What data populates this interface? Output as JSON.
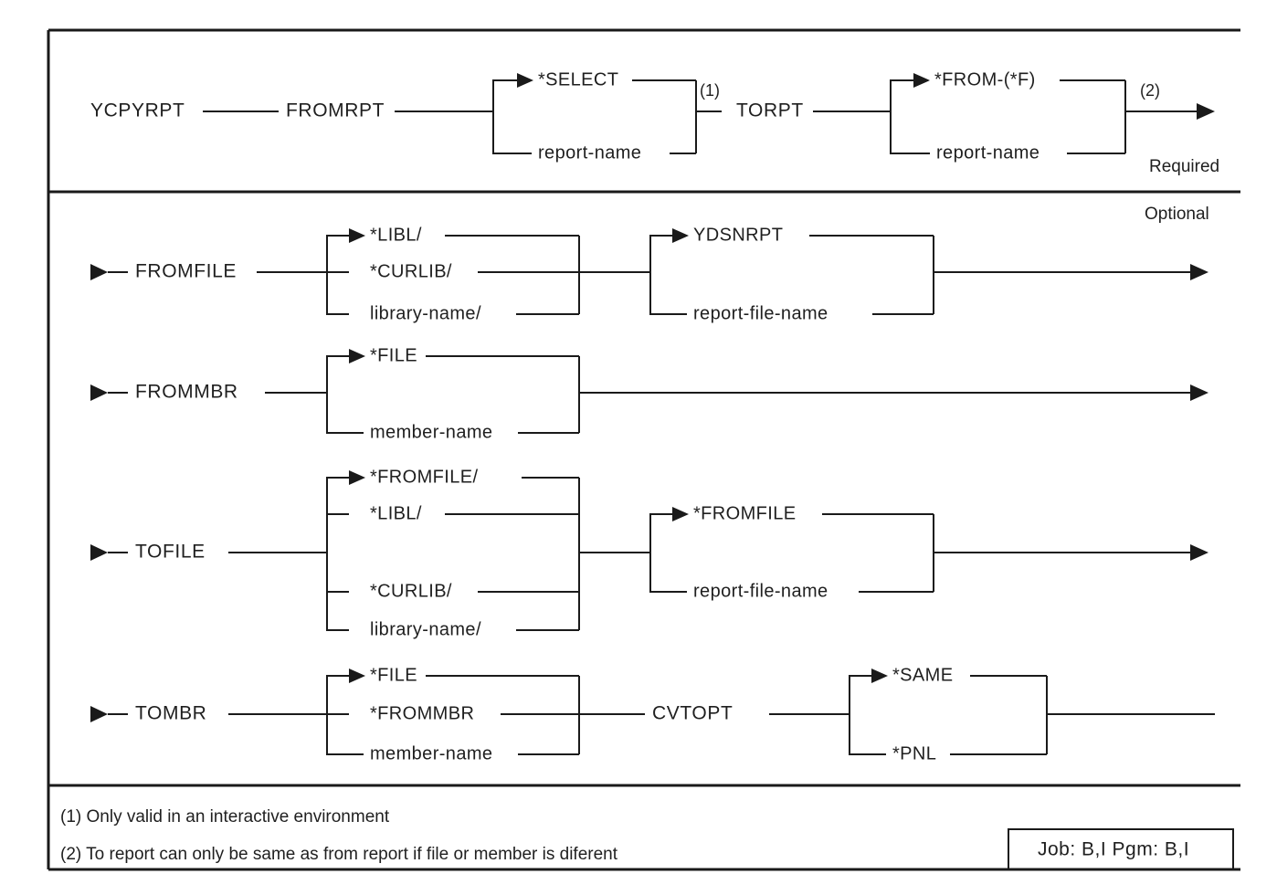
{
  "diagram": {
    "title": "YCPYRPT command syntax diagram",
    "type": "railroad-syntax-diagram",
    "colors": {
      "line": "#1a1a1a",
      "text": "#1f1f1f",
      "background": "#ffffff"
    },
    "section_labels": {
      "required": "Required",
      "optional": "Optional"
    },
    "required_section": {
      "command": "YCPYRPT",
      "parameters": [
        {
          "keyword": "FROMRPT",
          "default_option": "*SELECT",
          "options": [
            "*SELECT",
            "report-name"
          ],
          "footnote_ref": "(1)"
        },
        {
          "keyword": "TORPT",
          "default_option": "*FROM-(*F)",
          "options": [
            "*FROM-(*F)",
            "report-name"
          ],
          "footnote_ref": "(2)"
        }
      ]
    },
    "optional_section": {
      "rows": [
        {
          "keyword": "FROMFILE",
          "groups": [
            {
              "options": [
                "*LIBL/",
                "*CURLIB/",
                "library-name/"
              ],
              "default_option": "*LIBL/"
            },
            {
              "options": [
                "YDSNRPT",
                "report-file-name"
              ],
              "default_option": "YDSNRPT"
            }
          ]
        },
        {
          "keyword": "FROMMBR",
          "groups": [
            {
              "options": [
                "*FILE",
                "member-name"
              ],
              "default_option": "*FILE"
            }
          ]
        },
        {
          "keyword": "TOFILE",
          "groups": [
            {
              "options": [
                "*FROMFILE/",
                "*LIBL/",
                "*CURLIB/",
                "library-name/"
              ],
              "default_option": "*FROMFILE/"
            },
            {
              "options": [
                "*FROMFILE",
                "report-file-name"
              ],
              "default_option": "*FROMFILE"
            }
          ]
        },
        {
          "keyword": "TOMBR",
          "groups": [
            {
              "options": [
                "*FILE",
                "*FROMMBR",
                "member-name"
              ],
              "default_option": "*FILE"
            }
          ]
        },
        {
          "keyword": "CVTOPT",
          "groups": [
            {
              "options": [
                "*SAME",
                "*PNL"
              ],
              "default_option": "*SAME"
            }
          ]
        }
      ]
    },
    "footnotes": [
      {
        "marker": "(1)",
        "text": "(1) Only valid in an interactive environment"
      },
      {
        "marker": "(2)",
        "text": "(2) To report can only be same as from report if file or member is diferent"
      }
    ],
    "job_pgm_box": {
      "text": "Job: B,I  Pgm: B,I"
    }
  }
}
